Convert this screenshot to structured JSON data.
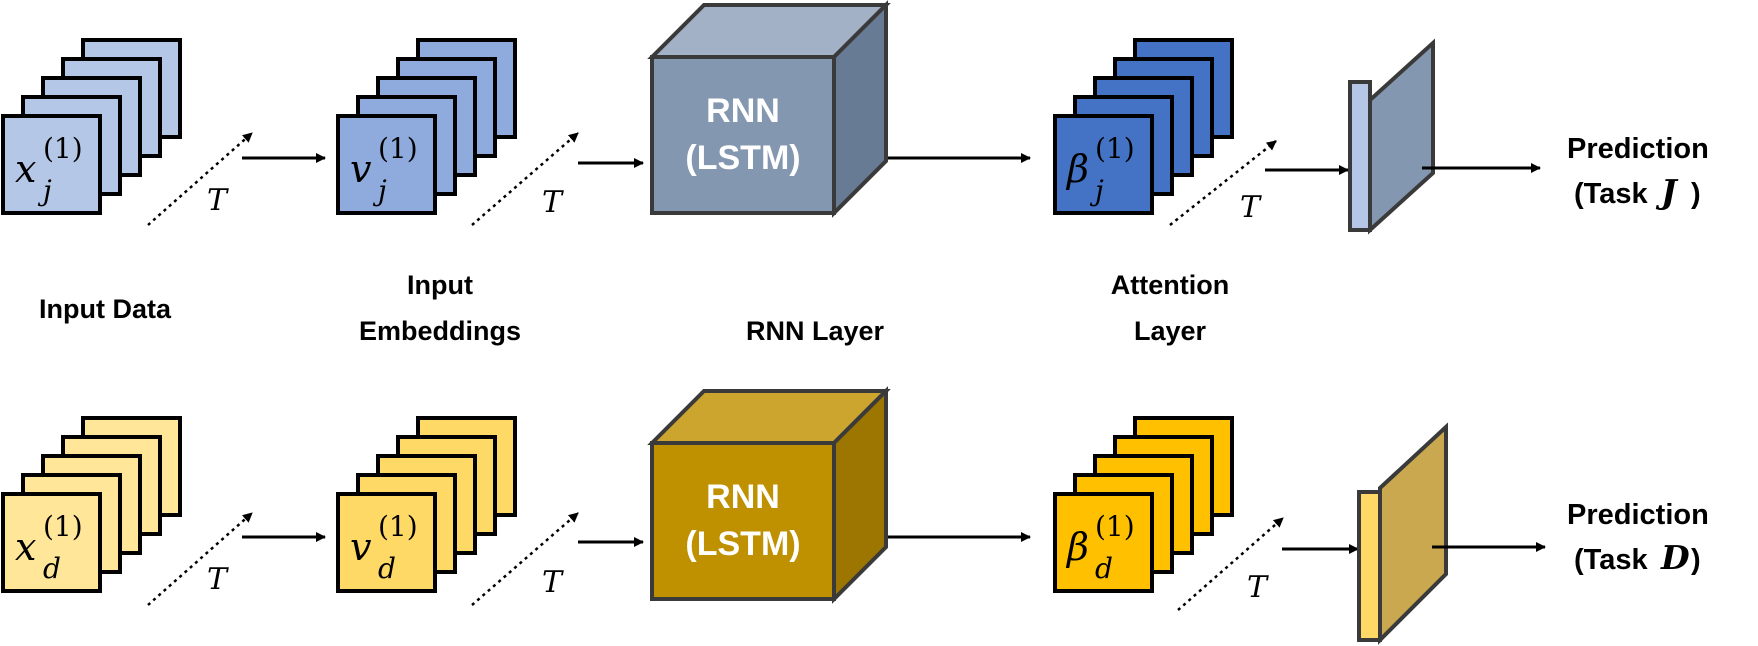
{
  "column_labels": {
    "input_data": "Input Data",
    "input_embeddings_line1": "Input",
    "input_embeddings_line2": "Embeddings",
    "rnn_layer": "RNN Layer",
    "attention_line1": "Attention",
    "attention_line2": "Layer"
  },
  "time_label": "T",
  "rows": [
    {
      "id": "J",
      "input_symbol": {
        "base": "x",
        "sub": "j",
        "sup": "(1)"
      },
      "embedding_symbol": {
        "base": "v",
        "sub": "j",
        "sup": "(1)"
      },
      "attention_symbol": {
        "base": "β",
        "sub": "j",
        "sup": "(1)"
      },
      "rnn_line1": "RNN",
      "rnn_line2": "(LSTM)",
      "prediction_line1": "Prediction",
      "prediction_prefix": "(Task",
      "prediction_task": "J",
      "prediction_suffix": ")",
      "colors": {
        "input": "#b4c7e7",
        "embedding": "#8faadc",
        "attention": "#4472c4",
        "cube_front": "#8497b0",
        "cube_top": "#a2b1c5",
        "cube_side": "#687b95",
        "out_thin": "#b4c7e7",
        "out_face": "#8497b0"
      }
    },
    {
      "id": "D",
      "input_symbol": {
        "base": "x",
        "sub": "d",
        "sup": "(1)"
      },
      "embedding_symbol": {
        "base": "v",
        "sub": "d",
        "sup": "(1)"
      },
      "attention_symbol": {
        "base": "β",
        "sub": "d",
        "sup": "(1)"
      },
      "rnn_line1": "RNN",
      "rnn_line2": "(LSTM)",
      "prediction_line1": "Prediction",
      "prediction_prefix": "(Task",
      "prediction_task": "D",
      "prediction_suffix": ")",
      "colors": {
        "input": "#ffe699",
        "embedding": "#ffd966",
        "attention": "#ffc000",
        "cube_front": "#bf9000",
        "cube_top": "#cca52f",
        "cube_side": "#9c7600",
        "out_thin": "#ffd966",
        "out_face": "#c9a850"
      }
    }
  ]
}
